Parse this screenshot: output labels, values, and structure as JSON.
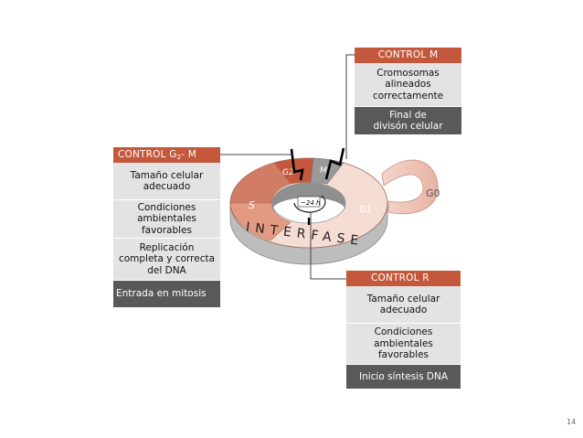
{
  "control_m": {
    "title": "CONTROL M",
    "item1": "Cromosomas\nalineados\ncorrectamente",
    "footer": "Final de\ndivisón celular"
  },
  "control_g2m": {
    "title_prefix": "CONTROL G",
    "title_sub": "2",
    "title_suffix": "- M",
    "item1": "Tamaño celular\nadecuado",
    "item2": "Condiciones\nambientales\nfavorables",
    "item3": "Replicación\ncompleta y correcta\ndel DNA",
    "footer": "Entrada en mitosis"
  },
  "control_r": {
    "title": "CONTROL R",
    "item1": "Tamaño celular\nadecuado",
    "item2": "Condiciones\nambientales\nfavorables",
    "footer": "Inicio síntesis DNA"
  },
  "cycle": {
    "phase_g1": "G1",
    "phase_s": "S",
    "phase_g2": "G2",
    "phase_m": "M",
    "phase_g0": "G0",
    "interfase_label": "INTERFASE",
    "duration": "~24 h"
  },
  "page_number": "14",
  "colors": {
    "header": "#c4583c",
    "item_bg": "#e3e3e3",
    "footer_bg": "#595959"
  }
}
